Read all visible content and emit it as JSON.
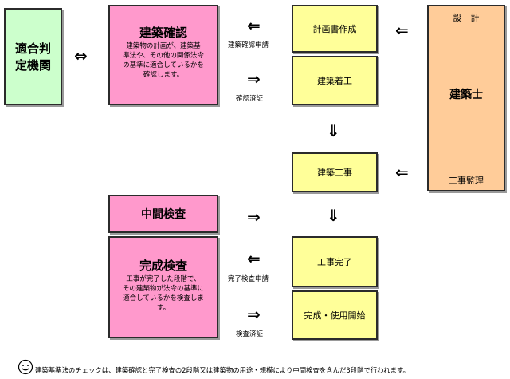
{
  "agency": {
    "title_line1": "適合判",
    "title_line2": "定機関"
  },
  "confirm": {
    "title": "建築確認",
    "desc_lines": [
      "建築物の計画が、建築基",
      "準法や、その他の関係法令",
      "の基準に適合しているかを",
      "確認します。"
    ]
  },
  "mid_check": {
    "title": "中間検査"
  },
  "final_check": {
    "title": "完成検査",
    "desc_lines": [
      "工事が完了した段階で、",
      "その建築物が法令の基準に",
      "適合しているかを検査しま",
      "す。"
    ]
  },
  "steps": {
    "plan": "計画書作成",
    "start": "建築着工",
    "construction": "建築工事",
    "complete": "工事完了",
    "open": "完成・使用開始"
  },
  "architect": {
    "design": "設　計",
    "name": "建築士",
    "supervision": "工事監理"
  },
  "labels": {
    "confirm_apply": "建築確認申請",
    "confirm_cert": "確認済証",
    "complete_apply": "完了検査申請",
    "inspect_cert": "検査済証"
  },
  "arrows": {
    "double": "⇔",
    "left": "⇐",
    "right": "⇒",
    "down": "⇓"
  },
  "footnote": "建築基準法のチェックは、建築確認と完了検査の2段階又は建築物の用途・規模により中間検査を含んだ3段階で行われます。",
  "icons": {
    "smiley": "smiley-icon"
  }
}
